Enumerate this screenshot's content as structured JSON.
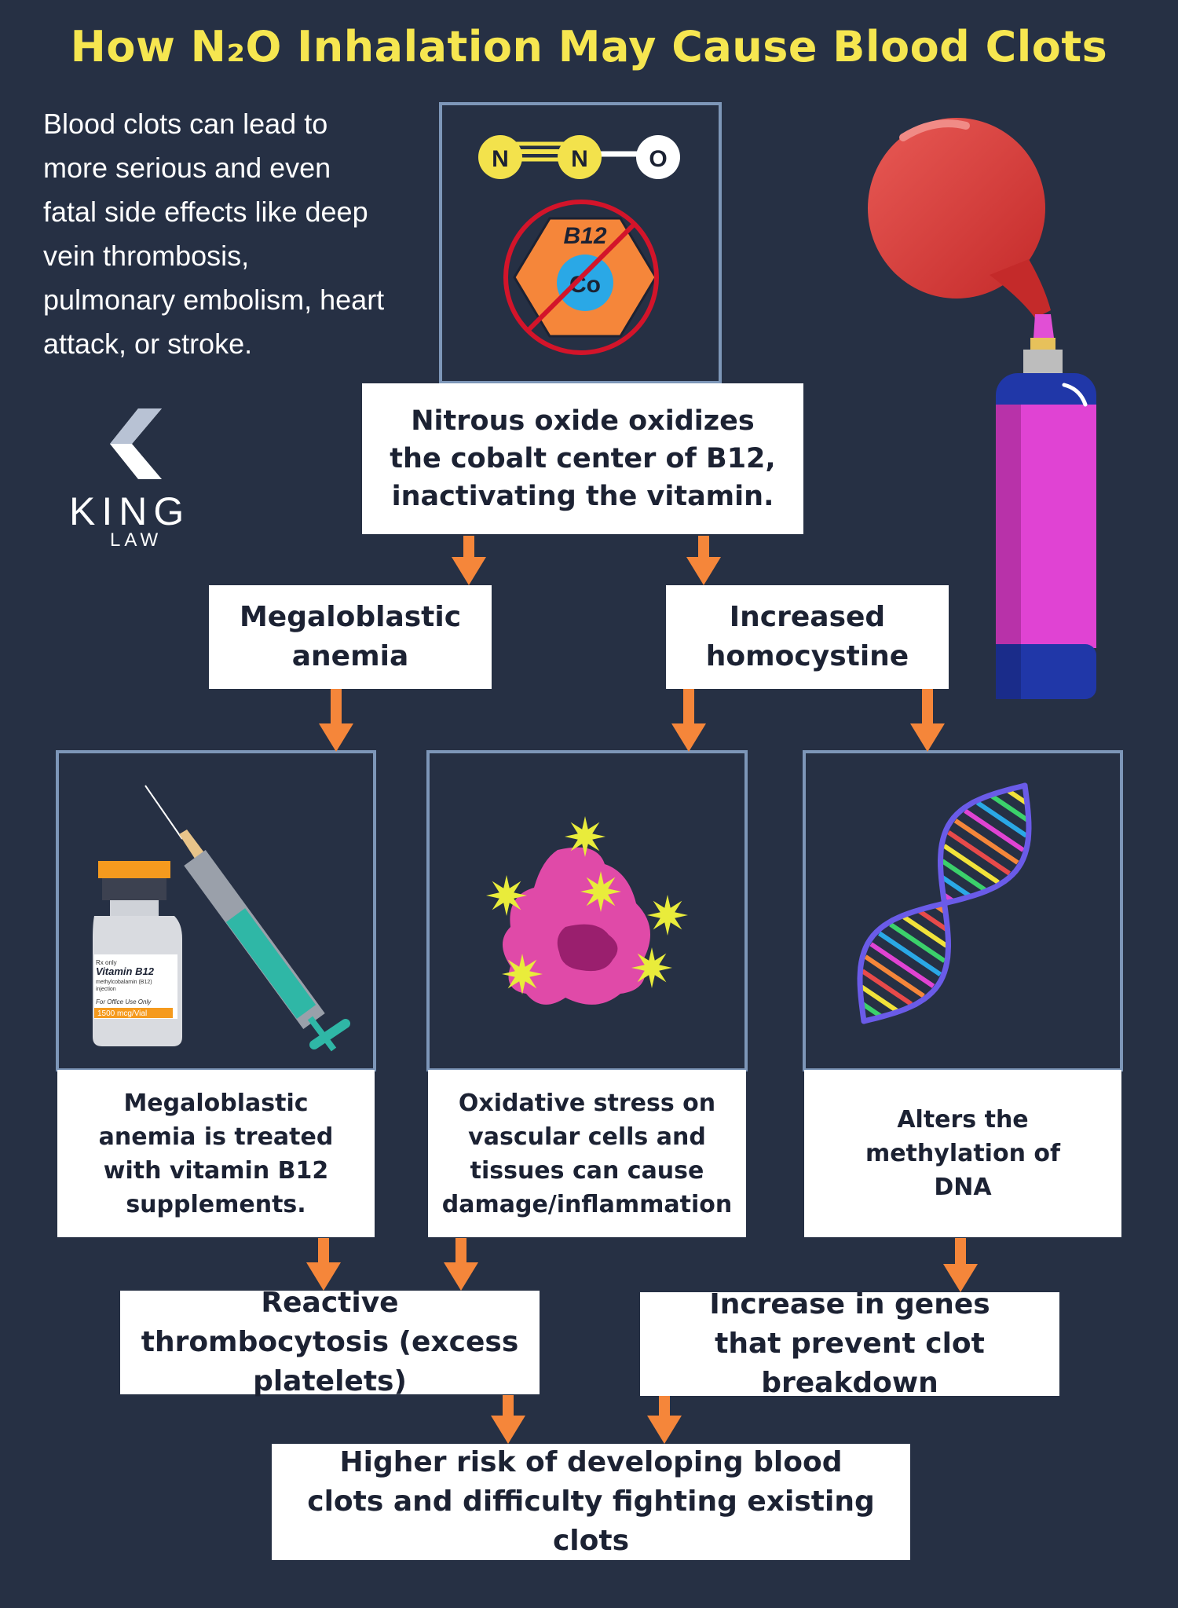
{
  "title": "How N₂O Inhalation May Cause Blood Clots",
  "intro": "Blood clots can lead to more serious and even fatal side effects like deep vein thrombosis, pulmonary embolism, heart attack, or stroke.",
  "logo": {
    "word": "KING",
    "sub": "LAW"
  },
  "molecule": {
    "atom1": "N",
    "atom2": "N",
    "atom3": "O"
  },
  "b12_icon": {
    "label": "B12",
    "center": "Co"
  },
  "vial": {
    "rx": "Rx only",
    "name": "Vitamin B12",
    "desc1": "methylcobalamin (B12)",
    "desc2": "injection",
    "use": "For Office Use Only",
    "dose": "1500 mcg/Vial"
  },
  "steps": {
    "oxidize": "Nitrous oxide oxidizes the cobalt center of B12, inactivating the vitamin.",
    "anemia": "Megaloblastic anemia",
    "homocystine": "Increased homocystine",
    "treated": "Megaloblastic anemia is treated with vitamin B12 supplements.",
    "oxidative": "Oxidative stress on vascular cells and tissues can cause damage/inflammation",
    "methylation": "Alters the methylation of DNA",
    "thrombocytosis": "Reactive thrombocytosis (excess platelets)",
    "genes": "Increase in genes that prevent clot breakdown",
    "risk": "Higher risk of developing blood clots and difficulty fighting existing clots"
  },
  "colors": {
    "background": "#263044",
    "title": "#f6e650",
    "arrow": "#f5863a",
    "panel_border": "#7d96b8",
    "box": "#ffffff"
  }
}
